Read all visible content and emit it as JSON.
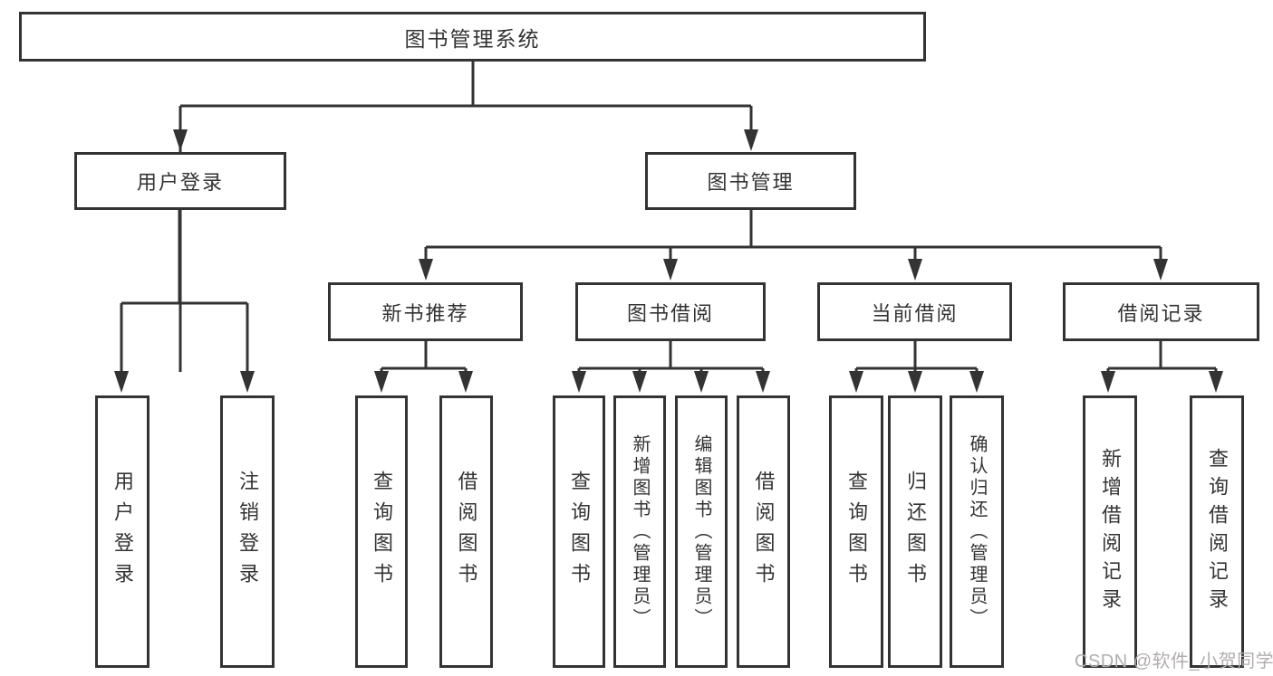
{
  "diagram": {
    "root": {
      "label": "图书管理系统"
    },
    "level2": [
      {
        "label": "用户登录"
      },
      {
        "label": "图书管理"
      }
    ],
    "level3": [
      {
        "label": "新书推荐"
      },
      {
        "label": "图书借阅"
      },
      {
        "label": "当前借阅"
      },
      {
        "label": "借阅记录"
      }
    ],
    "leaves": {
      "user_login": [
        "用户登录",
        "注销登录"
      ],
      "new_books": [
        "查询图书",
        "借阅图书"
      ],
      "book_borrow": [
        "查询图书",
        "新增图书（管理员）",
        "编辑图书（管理员）",
        "借阅图书"
      ],
      "current_borrow": [
        "查询图书",
        "归还图书",
        "确认归还（管理员）"
      ],
      "borrow_records": [
        "新增借阅记录",
        "查询借阅记录"
      ]
    }
  },
  "watermark": {
    "text": "CSDN @软件_小贺同学"
  },
  "colors": {
    "line": "#333333",
    "box_border": "#333333",
    "text": "#333333",
    "watermark": "#b2adad",
    "background": "#ffffff"
  }
}
